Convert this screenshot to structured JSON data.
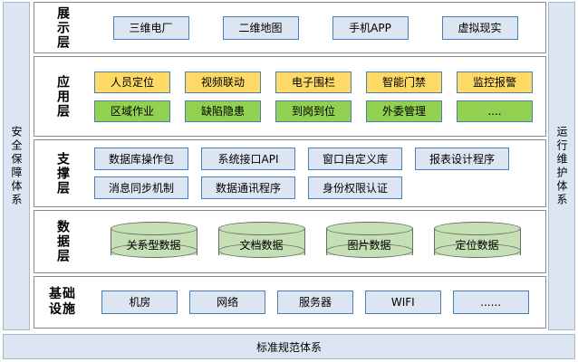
{
  "pillars": {
    "left": {
      "label": "安全保障体系",
      "color": "#dce6f2"
    },
    "right": {
      "label": "运行维护体系",
      "color": "#dce6f2"
    }
  },
  "bottom_bar": {
    "label": "标准规范体系",
    "color": "#dce6f2"
  },
  "colors": {
    "blue_fill": "#dce6f2",
    "blue_border": "#4a7ebb",
    "yellow_fill": "#ffd966",
    "green_fill": "#92d050",
    "cylinder_fill": "#c5e0b4",
    "layer_border": "#8a8a8a"
  },
  "layers": [
    {
      "id": "presentation",
      "label": "展示层",
      "label_style": "vertical",
      "rows": [
        {
          "id": "presentation-items",
          "style": "blue",
          "items": [
            {
              "label": "三维电厂"
            },
            {
              "label": "二维地图"
            },
            {
              "label": "手机APP"
            },
            {
              "label": "虚拟现实"
            }
          ]
        }
      ]
    },
    {
      "id": "application",
      "label": "应用层",
      "label_style": "vertical",
      "rows": [
        {
          "id": "app-primary",
          "style": "yellow",
          "items": [
            {
              "label": "人员定位"
            },
            {
              "label": "视频联动"
            },
            {
              "label": "电子围栏"
            },
            {
              "label": "智能门禁"
            },
            {
              "label": "监控报警"
            }
          ]
        },
        {
          "id": "app-secondary",
          "style": "green",
          "items": [
            {
              "label": "区域作业"
            },
            {
              "label": "缺陷隐患"
            },
            {
              "label": "到岗到位"
            },
            {
              "label": "外委管理"
            },
            {
              "label": "...."
            }
          ]
        }
      ]
    },
    {
      "id": "support",
      "label": "支撑层",
      "label_style": "vertical",
      "rows": [
        {
          "id": "support-primary",
          "style": "blue",
          "items": [
            {
              "label": "数据库操作包"
            },
            {
              "label": "系统接口API"
            },
            {
              "label": "窗口自定义库"
            },
            {
              "label": "报表设计程序"
            }
          ]
        },
        {
          "id": "support-secondary",
          "style": "blue",
          "items": [
            {
              "label": "消息同步机制"
            },
            {
              "label": "数据通讯程序"
            },
            {
              "label": "身份权限认证"
            }
          ]
        }
      ]
    },
    {
      "id": "data",
      "label": "数据层",
      "label_style": "vertical",
      "rows": [
        {
          "id": "data-stores",
          "style": "cylinder",
          "items": [
            {
              "label": "关系型数据"
            },
            {
              "label": "文档数据"
            },
            {
              "label": "图片数据"
            },
            {
              "label": "定位数据"
            }
          ]
        }
      ]
    },
    {
      "id": "infrastructure",
      "label": "基础设施",
      "label_style": "grid",
      "rows": [
        {
          "id": "infrastructure-items",
          "style": "blue",
          "items": [
            {
              "label": "机房"
            },
            {
              "label": "网络"
            },
            {
              "label": "服务器"
            },
            {
              "label": "WIFI"
            },
            {
              "label": "......"
            }
          ]
        }
      ]
    }
  ]
}
